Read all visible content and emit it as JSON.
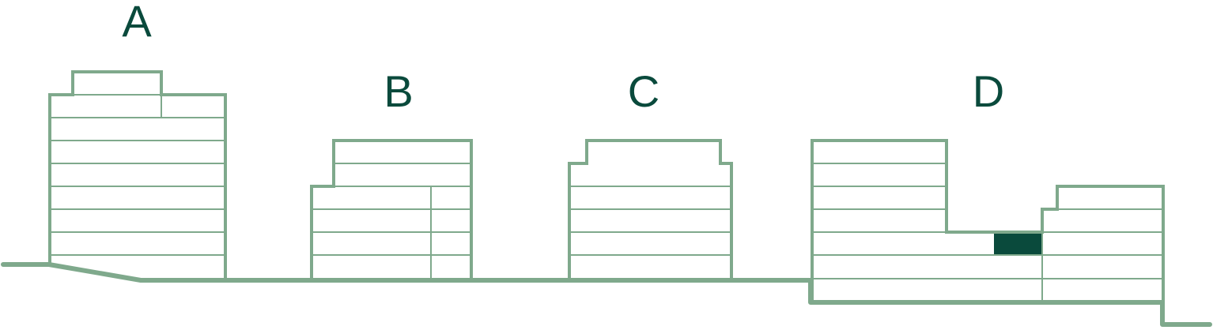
{
  "buildings": [
    {
      "label": "A"
    },
    {
      "label": "B"
    },
    {
      "label": "C"
    },
    {
      "label": "D"
    }
  ],
  "colors": {
    "outline": "#7fa98c",
    "label": "#0a4a3c",
    "highlight": "#0a4a3c",
    "background": "#ffffff"
  }
}
